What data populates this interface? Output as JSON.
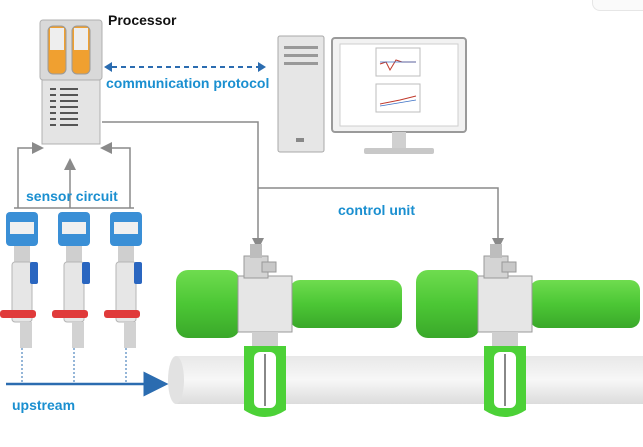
{
  "labels": {
    "processor": "Processor",
    "communication_protocol": "communication protocol",
    "sensor_circuit": "sensor circuit",
    "control_unit": "control unit",
    "upstream": "upstream"
  },
  "components": {
    "processor": "plc-processor-icon",
    "computer": "desktop-computer-icon",
    "transmitters": [
      "pressure-transmitter-icon",
      "pressure-transmitter-icon",
      "pressure-transmitter-icon"
    ],
    "valves": [
      "butterfly-valve-actuator-icon",
      "butterfly-valve-actuator-icon"
    ],
    "pipe": "pipe-icon"
  },
  "colors": {
    "label_blue": "#1a8fd0",
    "flow_arrow": "#2b6cb0",
    "valve_green": "#4cd137",
    "actuator_green": "#59c13a",
    "connector_gray": "#8a8a8a"
  }
}
